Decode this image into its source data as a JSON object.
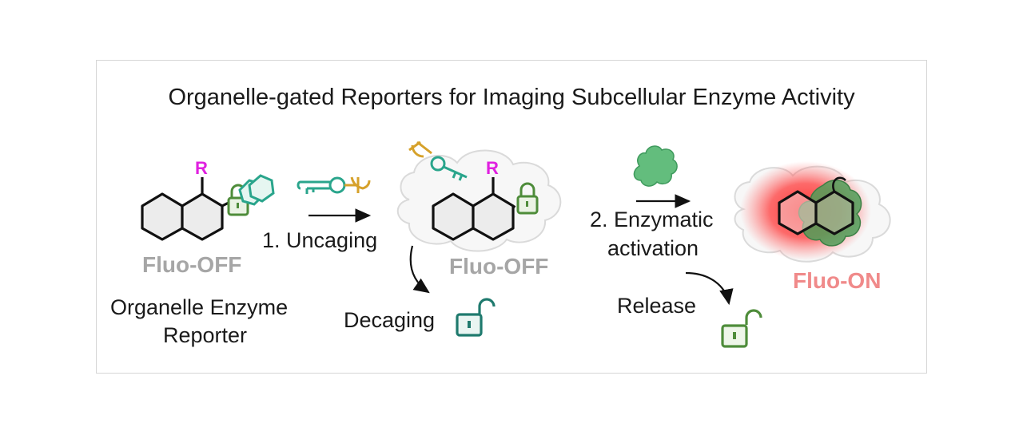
{
  "title": "Organelle-gated Reporters for Imaging Subcellular Enzyme Activity",
  "left": {
    "substituent": "R",
    "state_label": "Fluo-OFF",
    "caption_line1": "Organelle Enzyme",
    "caption_line2": "Reporter"
  },
  "step1": {
    "label": "1. Uncaging",
    "side_label": "Decaging"
  },
  "middle": {
    "substituent": "R",
    "state_label": "Fluo-OFF"
  },
  "step2": {
    "label_line1": "2. Enzymatic",
    "label_line2": "activation",
    "side_label": "Release"
  },
  "right": {
    "state_label": "Fluo-ON"
  },
  "colors": {
    "teal": "#2aa58c",
    "gold": "#d6a12a",
    "lock_green": "#4e8c3a",
    "dark_teal_lock": "#1f7a6e",
    "enzyme_green": "#5fbf7a",
    "glow_red": "#ff2a2a",
    "magenta": "#e020e0"
  },
  "icons": [
    "key-icon",
    "anchor-icon",
    "lock-icon",
    "open-lock-icon",
    "enzyme-icon",
    "cloud-icon"
  ]
}
